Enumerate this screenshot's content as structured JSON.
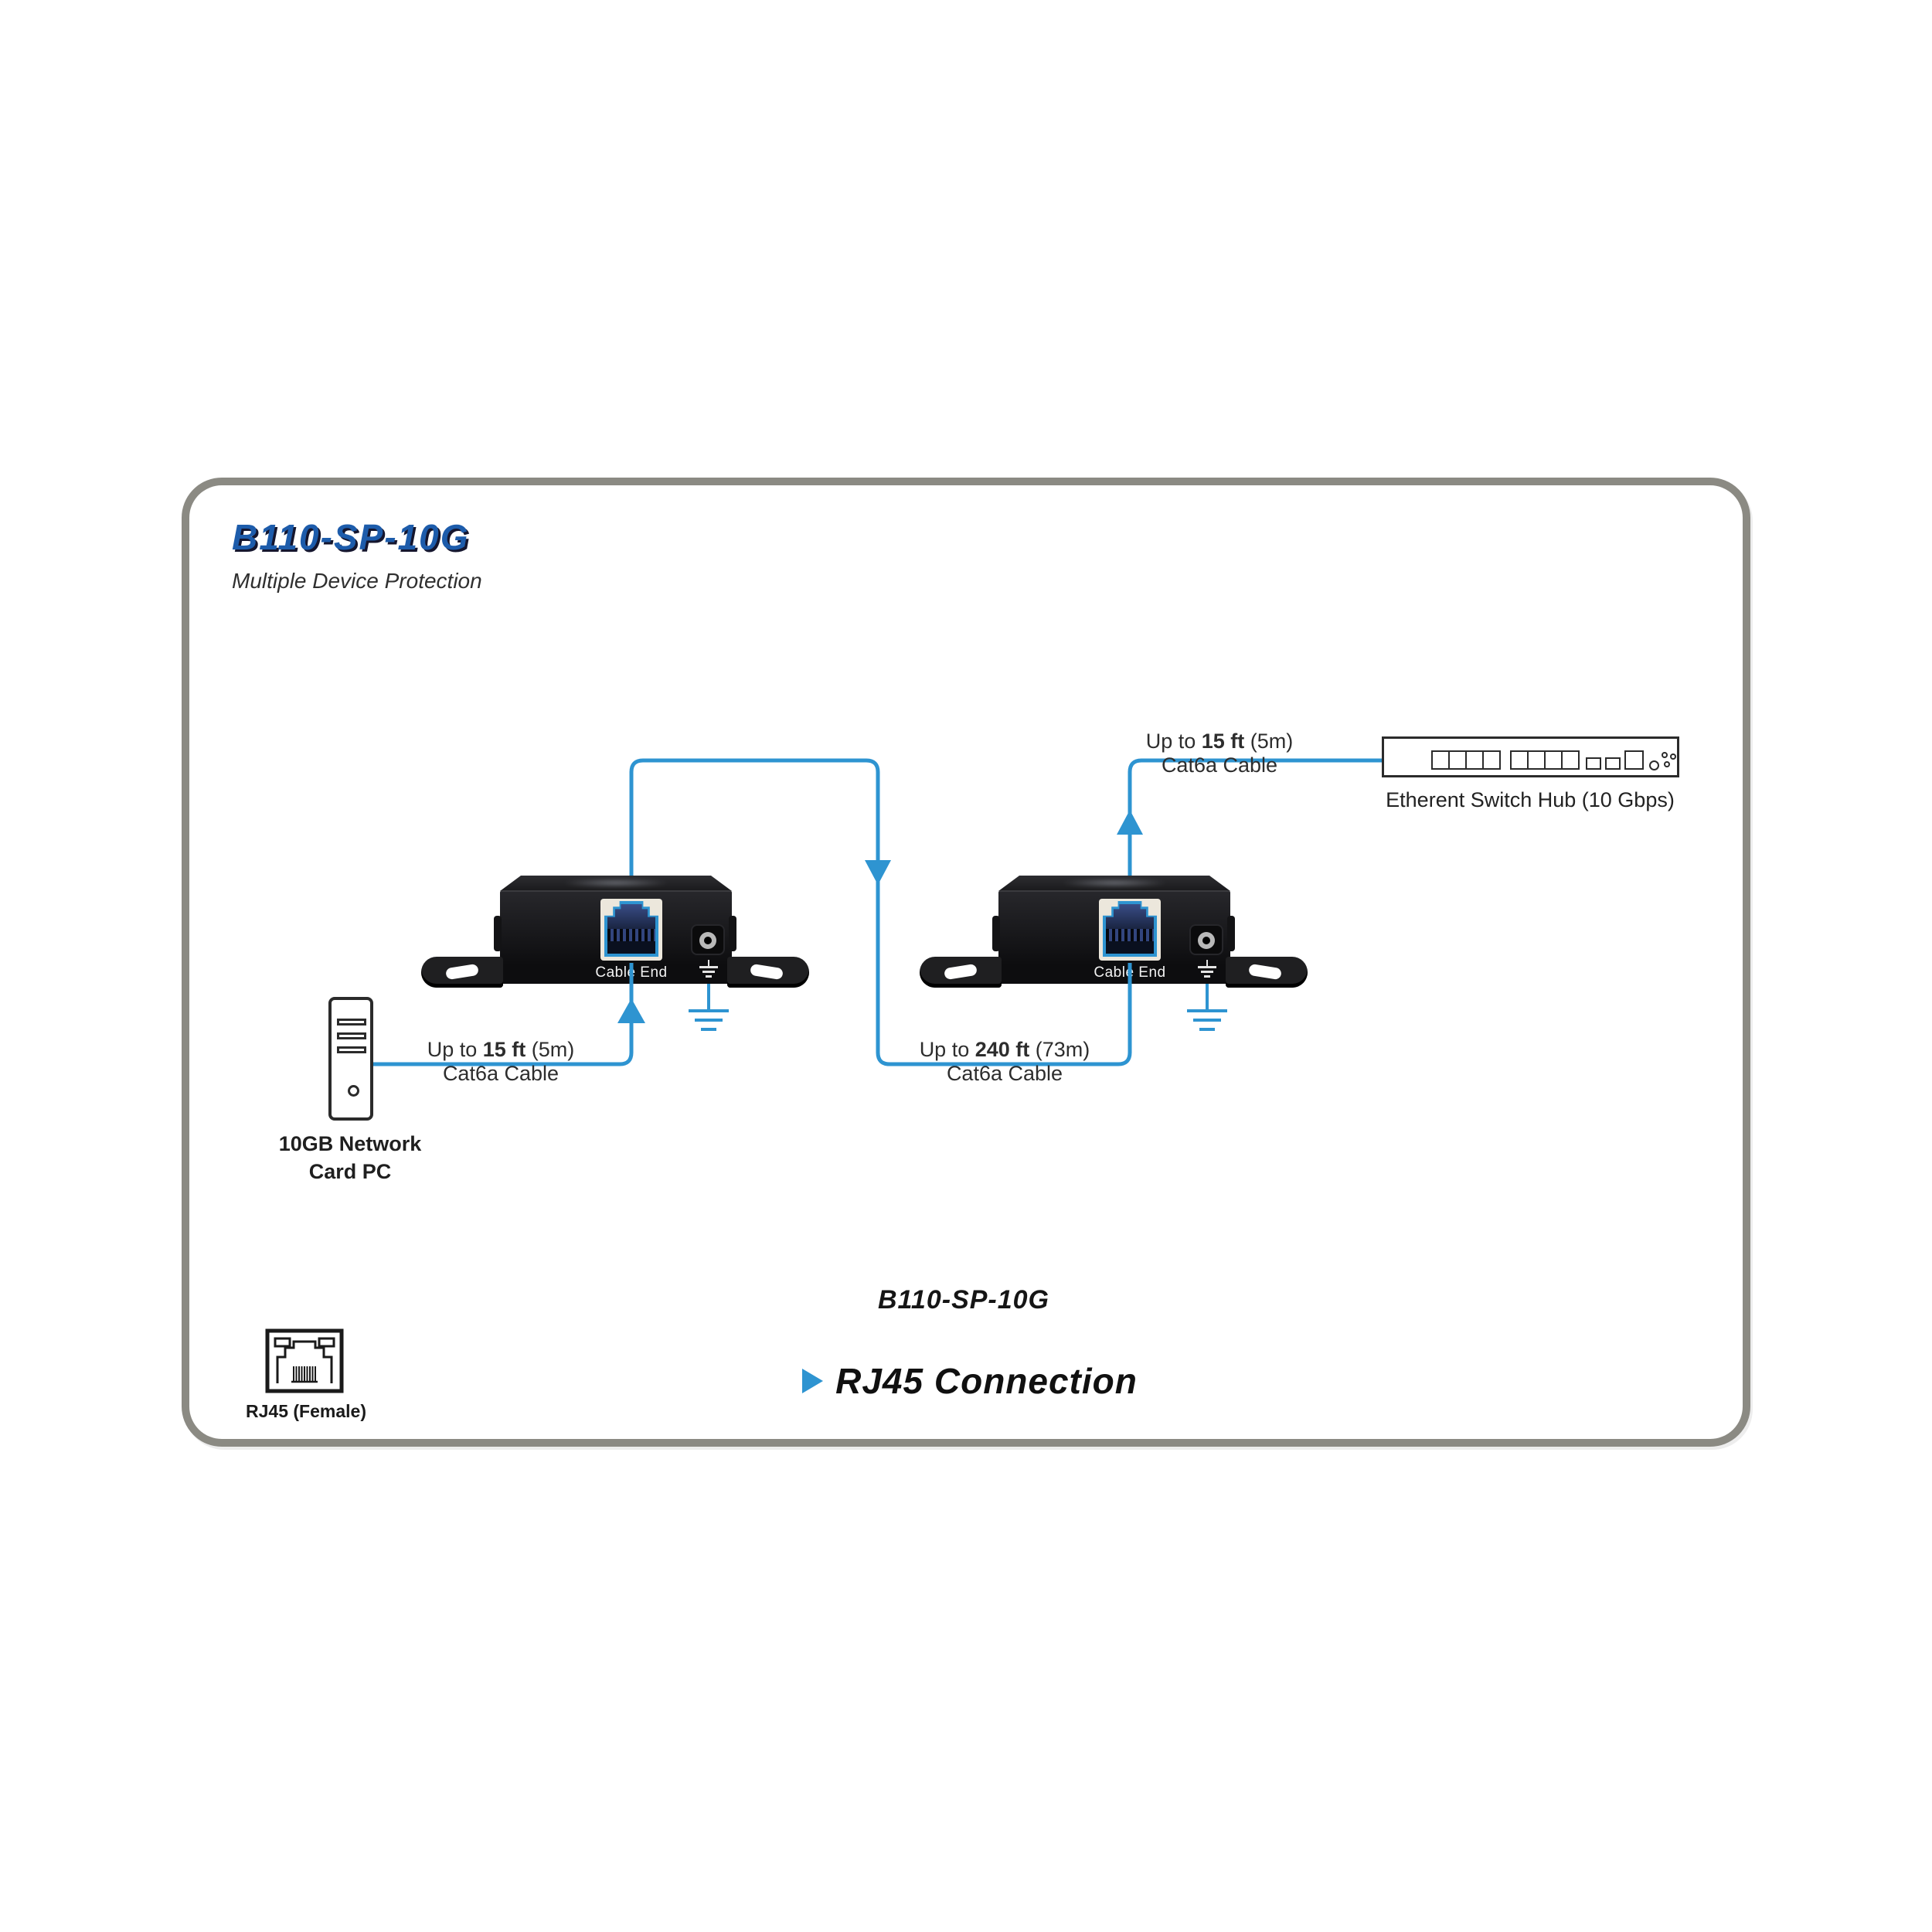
{
  "header": {
    "title": "B110-SP-10G",
    "subtitle": "Multiple Device Protection"
  },
  "pc": {
    "label_line1": "10GB Network",
    "label_line2": "Card PC"
  },
  "device": {
    "cable_end_label": "Cable End"
  },
  "switch": {
    "label": "Etherent Switch Hub (10 Gbps)"
  },
  "cables": [
    {
      "prefix": "Up to ",
      "length": "15 ft",
      "metric": " (5m)",
      "line2": "Cat6a Cable"
    },
    {
      "prefix": "Up to ",
      "length": "240 ft",
      "metric": " (73m)",
      "line2": "Cat6a Cable"
    },
    {
      "prefix": "Up to ",
      "length": "15 ft",
      "metric": " (5m)",
      "line2": "Cat6a Cable"
    }
  ],
  "footer": {
    "model": "B110-SP-10G",
    "connection_label": "RJ45 Connection"
  },
  "rj45_icon": {
    "label": "RJ45 (Female)"
  },
  "colors": {
    "accent_blue": "#2e94d1",
    "title_blue": "#1d5cab",
    "frame_gray": "#8b8a83",
    "device_black": "#141416"
  }
}
